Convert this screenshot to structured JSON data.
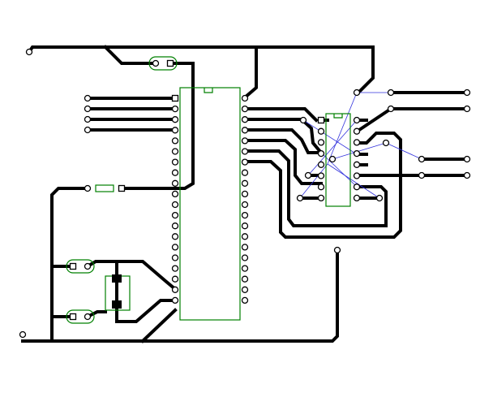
{
  "view": {
    "title": "",
    "colors": {
      "background": "#ffffff",
      "copper_trace": "#000000",
      "component_outline": "#008000",
      "ratsnest": "#3333dd",
      "pad_fill": "#ffffff"
    }
  },
  "components": [
    {
      "kind": "dip-40",
      "name": "main-ic"
    },
    {
      "kind": "dip-14",
      "name": "small-ic"
    },
    {
      "kind": "2-pin-connector",
      "name": "top-connector"
    },
    {
      "kind": "2-pin-connector",
      "name": "middle-connector"
    },
    {
      "kind": "2-pin-connector",
      "name": "bottom-connector"
    },
    {
      "kind": "resistor",
      "name": "resistor"
    },
    {
      "kind": "crystal",
      "name": "crystal"
    }
  ]
}
